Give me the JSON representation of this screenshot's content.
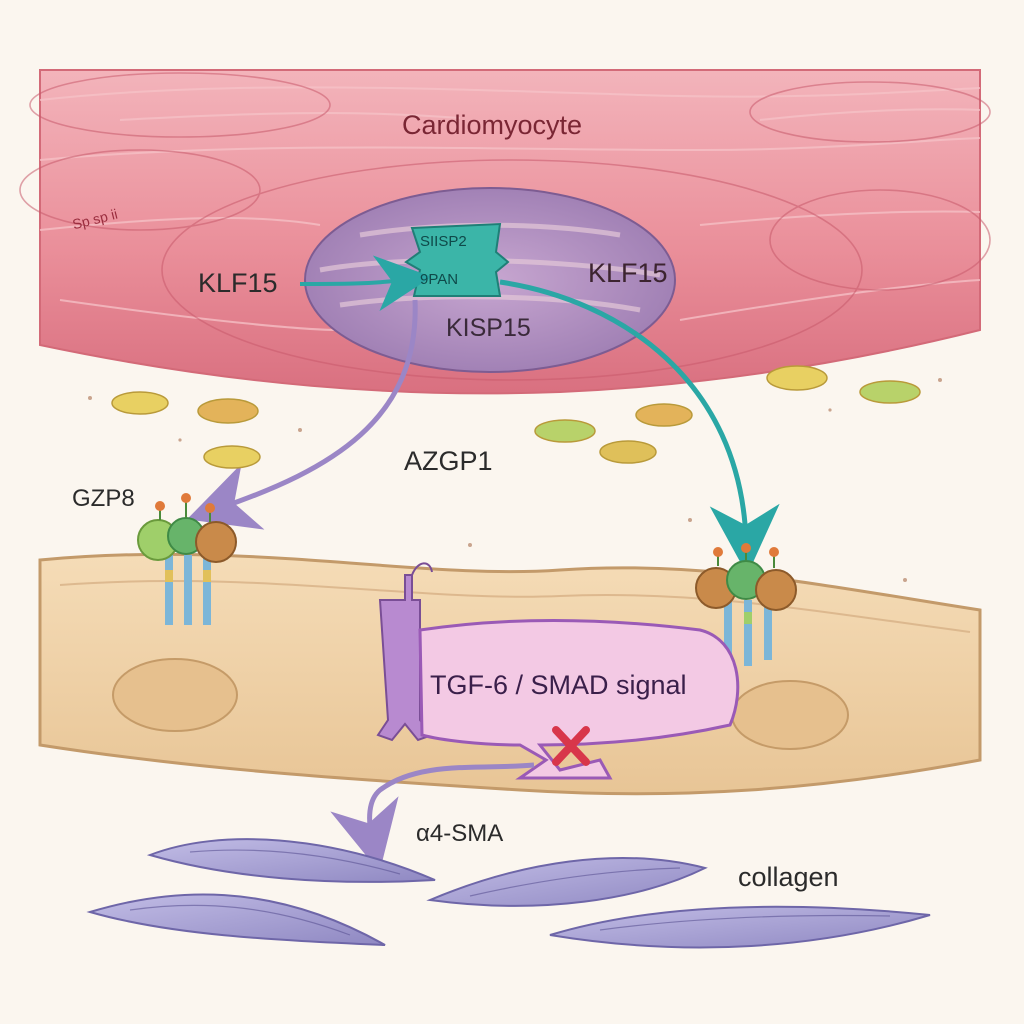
{
  "labels": {
    "cardiomyocyte": "Cardiomyocyte",
    "klf15_left": "KLF15",
    "klf15_right": "KLF15",
    "kisp15": "KISP15",
    "complex_top": "SIISP2",
    "complex_bottom": "9PAN",
    "azgp1": "AZGP1",
    "gzp8": "GZP8",
    "tgf_smad": "TGF-6 / SMAD signal",
    "asma": "α4-SMA",
    "collagen": "collagen",
    "scribble": "Sp sp ii"
  },
  "colors": {
    "cardiomyocyte_tissue": "#e98a95",
    "nucleus": "#a98ab8",
    "fibroblast": "#efd2a8",
    "signal_box": "#f3c9e4",
    "inhibition_mark": "#d8364a",
    "teal_arrow": "#2aa7a5",
    "purple_arrow": "#9b86c6",
    "myofibroblast": "#a9a3d4"
  },
  "icons": {
    "inhibition": "x-mark-icon",
    "receptor": "receptor-icon"
  }
}
